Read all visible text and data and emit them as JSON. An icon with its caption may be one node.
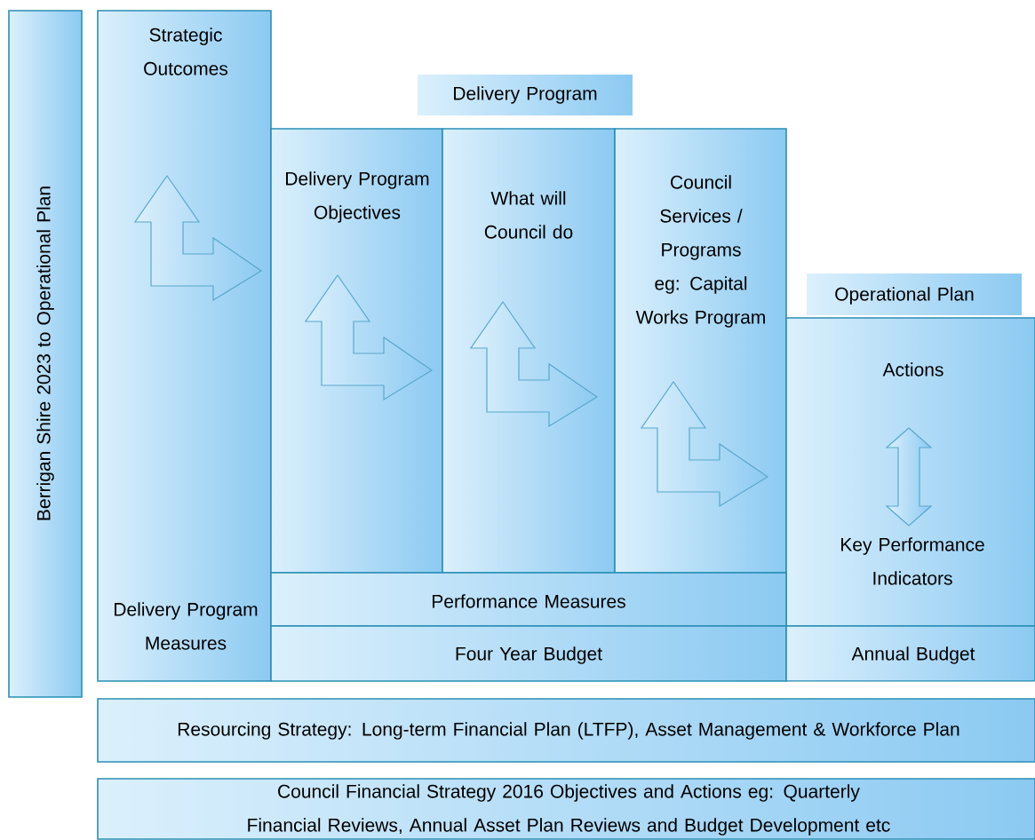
{
  "diagram": {
    "nodes": [
      {
        "text": [
          "Berrigan Shire 2023 to Operational Plan"
        ]
      },
      {
        "text": [
          "Strategic Outcomes",
          "Delivery Program Measures"
        ]
      },
      {
        "text": [
          "Delivery Program"
        ]
      },
      {
        "text": [
          "Delivery Program Objectives"
        ]
      },
      {
        "text": [
          "What will Council do"
        ]
      },
      {
        "text": [
          "Council Services / Programs eg: Capital Works Program"
        ]
      },
      {
        "text": [
          "Operational Plan"
        ]
      },
      {
        "text": [
          "Actions",
          "Key Performance Indicators"
        ]
      },
      {
        "text": [
          "Performance Measures"
        ]
      },
      {
        "text": [
          "Four Year Budget"
        ]
      },
      {
        "text": [
          "Annual Budget"
        ]
      },
      {
        "text": [
          "Resourcing Strategy: Long-term Financial Plan (LTFP), Asset Management & Workforce Plan"
        ]
      },
      {
        "text": [
          "Council Financial Strategy 2016 Objectives and Actions eg: Quarterly Financial Reviews, Annual Asset Plan Reviews and Budget Development etc"
        ]
      }
    ]
  }
}
